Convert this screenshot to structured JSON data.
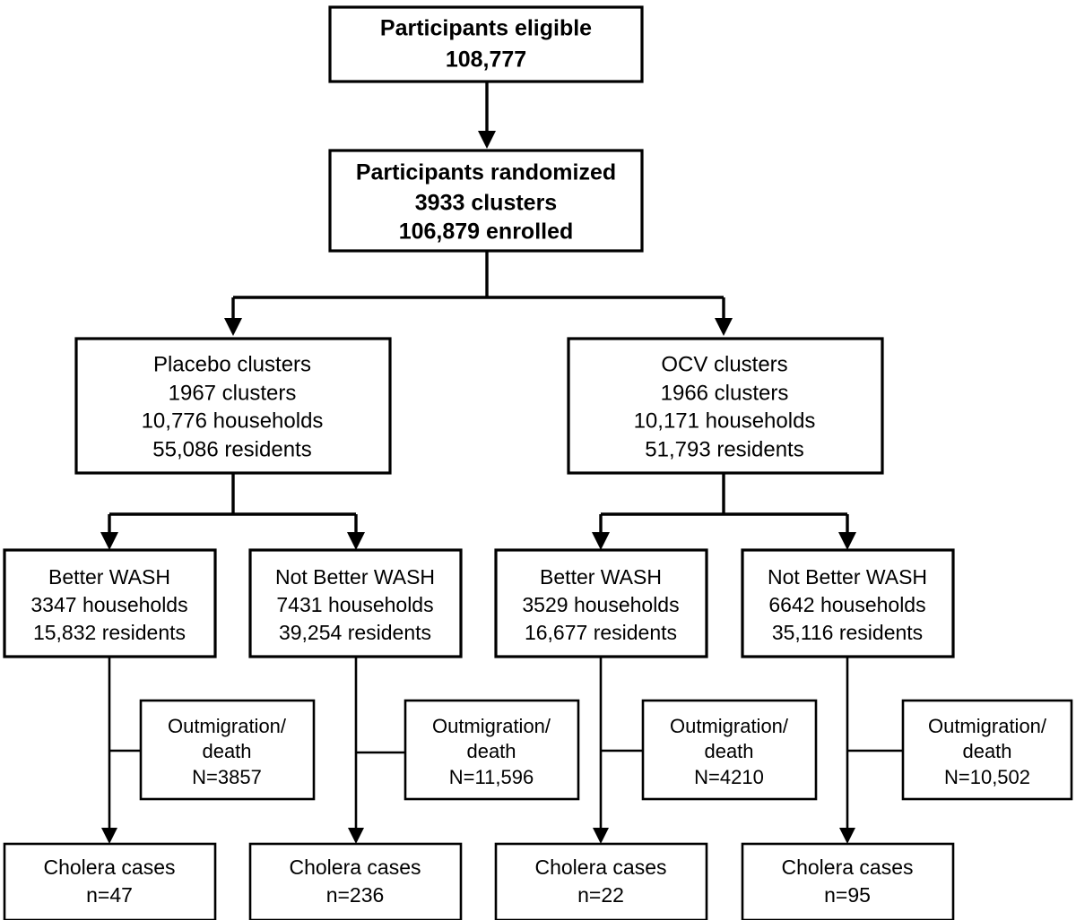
{
  "figure": {
    "type": "flowchart",
    "title": "Cholera vaccine trial participant flow diagram",
    "background_color": "#ffffff",
    "line_color": "#000000"
  },
  "nodes": {
    "eligible": {
      "id": "participants-eligible",
      "lines": [
        "Participants eligible",
        "108,777"
      ]
    },
    "randomized": {
      "id": "participants-randomized",
      "lines": [
        "Participants randomized",
        "3933 clusters",
        "106,879  enrolled"
      ]
    },
    "placebo": {
      "id": "placebo-clusters",
      "lines": [
        "Placebo clusters",
        "1967 clusters",
        "10,776 households",
        "55,086 residents"
      ]
    },
    "ocv": {
      "id": "ocv-clusters",
      "lines": [
        "OCV clusters",
        "1966 clusters",
        "10,171 households",
        "51,793 residents"
      ]
    },
    "wash": [
      {
        "id": "placebo-better-wash",
        "lines": [
          "Better WASH",
          "3347 households",
          "15,832 residents"
        ]
      },
      {
        "id": "placebo-not-better-wash",
        "lines": [
          "Not  Better WASH",
          "7431 households",
          "39,254 residents"
        ]
      },
      {
        "id": "ocv-better-wash",
        "lines": [
          "Better WASH",
          "3529 households",
          "16,677 residents"
        ]
      },
      {
        "id": "ocv-not-better-wash",
        "lines": [
          "Not  Better WASH",
          "6642 households",
          "35,116 residents"
        ]
      }
    ],
    "outmigration": [
      {
        "id": "outmigration-placebo-better",
        "lines": [
          "Outmigration/",
          "death",
          "N=3857"
        ]
      },
      {
        "id": "outmigration-placebo-not-better",
        "lines": [
          "Outmigration/",
          "death",
          "N=11,596"
        ]
      },
      {
        "id": "outmigration-ocv-better",
        "lines": [
          "Outmigration/",
          "death",
          "N=4210"
        ]
      },
      {
        "id": "outmigration-ocv-not-better",
        "lines": [
          "Outmigration/",
          "death",
          "N=10,502"
        ]
      }
    ],
    "cholera": [
      {
        "id": "cholera-placebo-better",
        "lines": [
          "Cholera cases",
          "n=47"
        ]
      },
      {
        "id": "cholera-placebo-not-better",
        "lines": [
          "Cholera cases",
          "n=236"
        ]
      },
      {
        "id": "cholera-ocv-better",
        "lines": [
          "Cholera cases",
          "n=22"
        ]
      },
      {
        "id": "cholera-ocv-not-better",
        "lines": [
          "Cholera cases",
          "n=95"
        ]
      }
    ]
  }
}
